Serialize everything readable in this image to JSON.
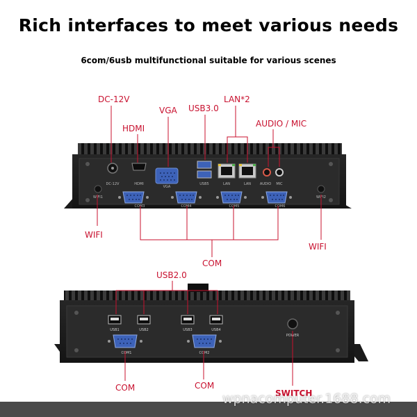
{
  "header": {
    "title": "Rich interfaces to meet various needs",
    "subtitle": "6com/6usb multifunctional suitable for various scenes"
  },
  "colors": {
    "label": "#c8102e",
    "chassis": "#1d1d1d",
    "panel": "#2b2b2b",
    "port_blue": "#3d62b8"
  },
  "top_panel": {
    "callouts": {
      "dc": "DC-12V",
      "hdmi": "HDMI",
      "vga": "VGA",
      "usb3": "USB3.0",
      "lan": "LAN*2",
      "audio_mic": "AUDIO / MIC",
      "wifi_left": "WIFI",
      "wifi_right": "WIFI",
      "com": "COM"
    },
    "silkscreen": {
      "dc": "DC-12V",
      "hdmi": "HDMI",
      "vga": "VGA",
      "usb": "USB5",
      "lan1": "LAN",
      "lan2": "LAN",
      "audio": "AUDIO",
      "mic": "MIC",
      "wifi1": "WIFI1",
      "wifi2": "WIFI2",
      "com3": "COM3",
      "com4": "COM4",
      "com5": "COM5",
      "com6": "COM6"
    }
  },
  "bottom_panel": {
    "callouts": {
      "usb2": "USB2.0",
      "com_left": "COM",
      "com_right": "COM",
      "switch": "SWITCH"
    },
    "silkscreen": {
      "usb1": "USB1",
      "usb2": "USB2",
      "usb3": "USB3",
      "usb4": "USB4",
      "com1": "COM1",
      "com2": "COM2",
      "power": "POWER"
    }
  },
  "watermark": "wpnacomputer.1688.com"
}
